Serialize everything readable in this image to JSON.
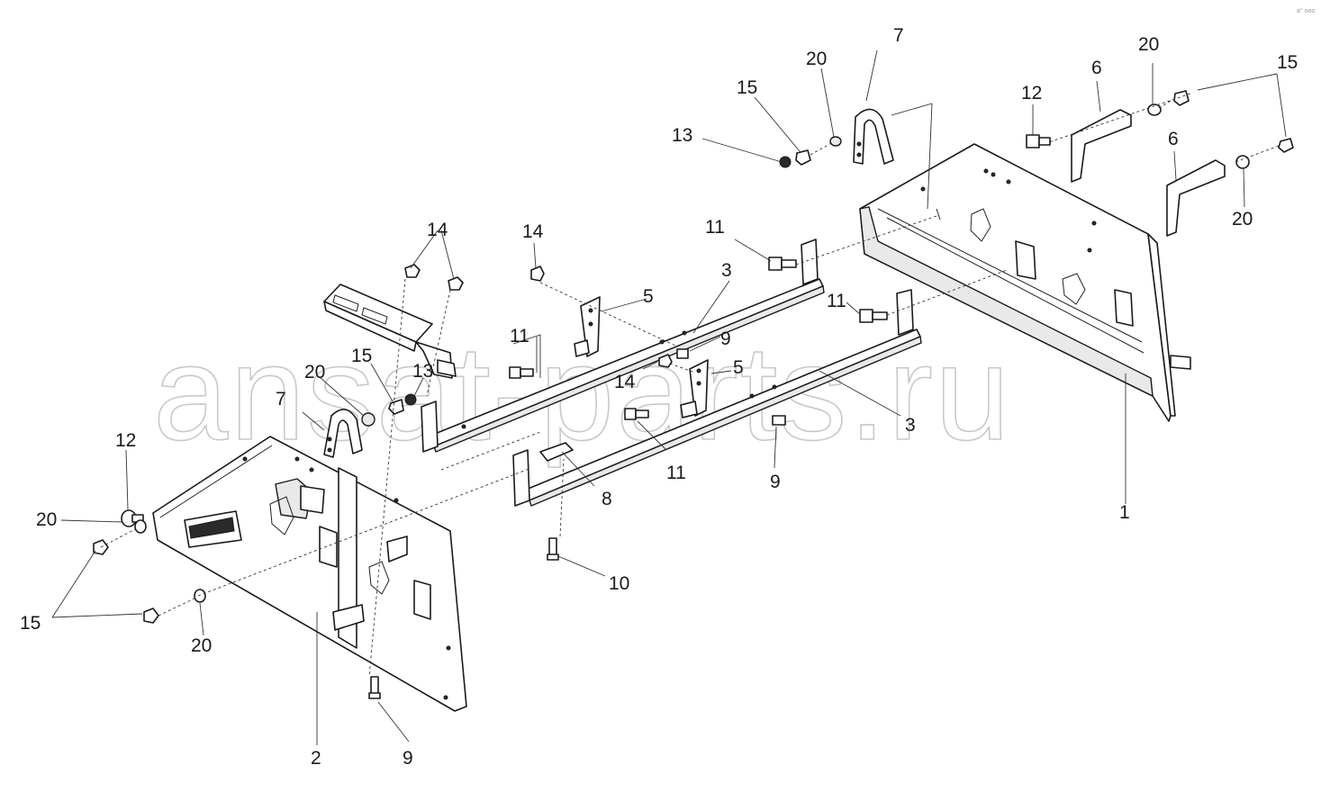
{
  "watermark": "ansat-parts.ru",
  "corner_mark": "a° ooo",
  "callouts": {
    "c1": "1",
    "c2": "2",
    "c3a": "3",
    "c3b": "3",
    "c5a": "5",
    "c5b": "5",
    "c6a": "6",
    "c6b": "6",
    "c7a": "7",
    "c7b": "7",
    "c8": "8",
    "c9a": "9",
    "c9b": "9",
    "c9c": "9",
    "c10": "10",
    "c11a": "11",
    "c11b": "11",
    "c11c": "11",
    "c11d": "11",
    "c12a": "12",
    "c12b": "12",
    "c13a": "13",
    "c13b": "13",
    "c14a": "14",
    "c14b": "14",
    "c14c": "14",
    "c15a": "15",
    "c15b": "15",
    "c15c": "15",
    "c15d": "15",
    "c20a": "20",
    "c20b": "20",
    "c20c": "20",
    "c20d": "20",
    "c20e": "20"
  }
}
